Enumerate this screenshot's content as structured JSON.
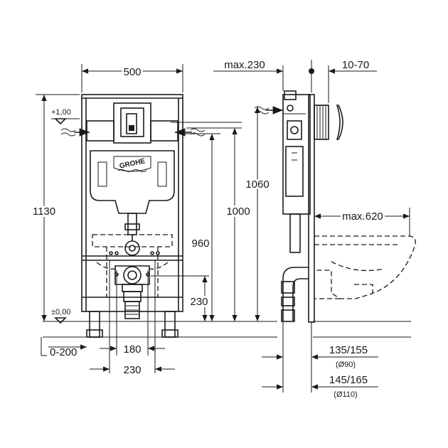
{
  "brand": "GROHE",
  "front_view": {
    "width_label": "500",
    "total_height_label": "1130",
    "level_top_label": "+1,00",
    "level_floor_label": "±0,00",
    "height_1060_label": "1060",
    "height_1000_label": "1000",
    "height_960_label": "960",
    "height_230_label": "230",
    "floor_offset_label": "0-200",
    "bolt_spacing_180_label": "180",
    "bolt_spacing_230_label": "230"
  },
  "side_view": {
    "depth_max_label": "max.230",
    "plate_offset_label": "10-70",
    "projection_max_label": "max.620",
    "pipe_1_label": "135/155",
    "pipe_1_diameter": "(Ø90)",
    "pipe_2_label": "145/165",
    "pipe_2_diameter": "(Ø110)"
  }
}
